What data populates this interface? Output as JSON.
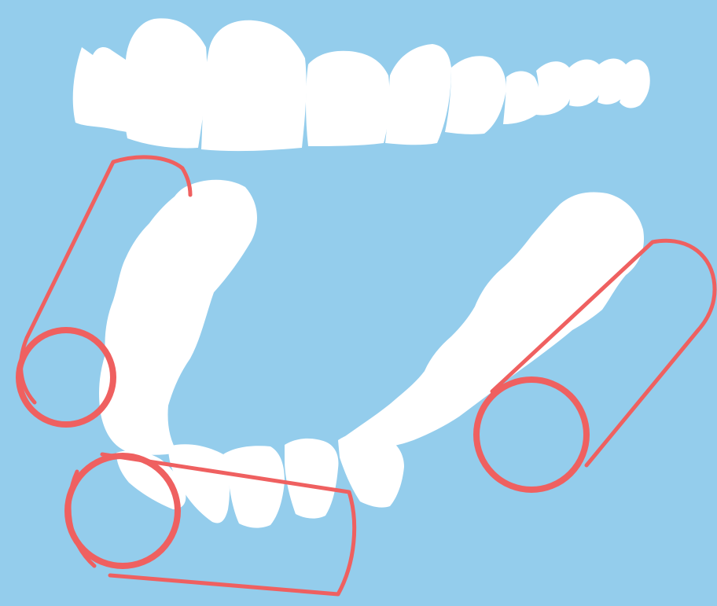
{
  "illustration": {
    "subject": "dental-arches-with-cylindrical-cotton-rolls",
    "colors": {
      "background": "#94CDEC",
      "teeth": "#FFFFFF",
      "cotton_roll_outline": "#EF6060"
    },
    "upper_arch": {
      "tooth_count": 11
    },
    "lower_arch": {
      "cotton_roll_count": 3
    }
  }
}
